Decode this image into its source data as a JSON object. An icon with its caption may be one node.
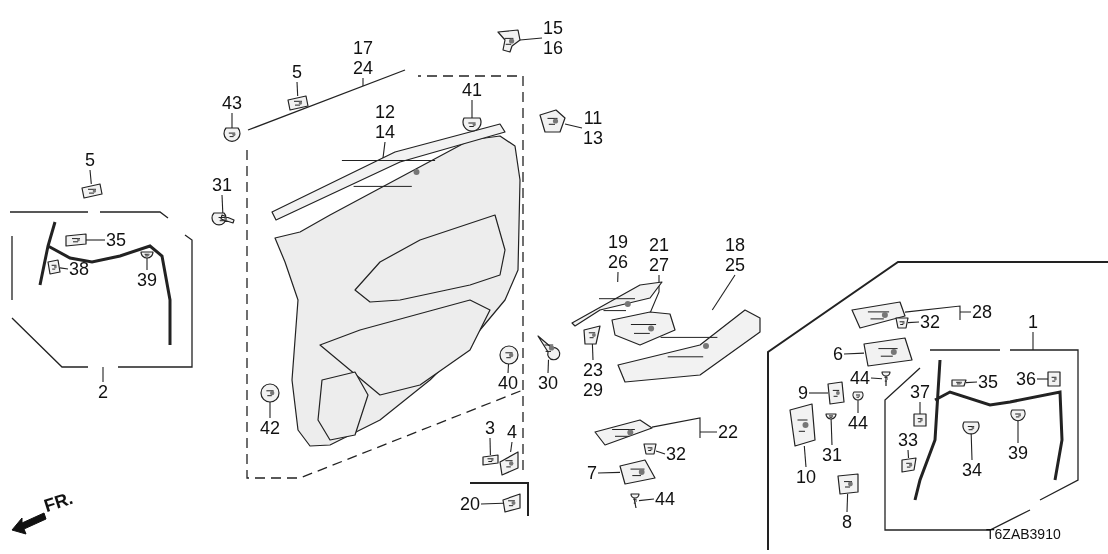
{
  "diagram": {
    "nodes": [
      {
        "text": [
          "5"
        ]
      },
      {
        "text": [
          "43"
        ]
      },
      {
        "text": [
          "17",
          "24"
        ]
      },
      {
        "text": [
          "12",
          "14"
        ]
      },
      {
        "text": [
          "41"
        ]
      },
      {
        "text": [
          "15",
          "16"
        ]
      },
      {
        "text": [
          "11",
          "13"
        ]
      },
      {
        "text": [
          "5"
        ]
      },
      {
        "text": [
          "31"
        ]
      },
      {
        "text": [
          "35"
        ]
      },
      {
        "text": [
          "38"
        ]
      },
      {
        "text": [
          "39"
        ]
      },
      {
        "text": [
          "2"
        ]
      },
      {
        "text": [
          "42"
        ]
      },
      {
        "text": [
          "40"
        ]
      },
      {
        "text": [
          "30"
        ]
      },
      {
        "text": [
          "19",
          "26"
        ]
      },
      {
        "text": [
          "21",
          "27"
        ]
      },
      {
        "text": [
          "18",
          "25"
        ]
      },
      {
        "text": [
          "23",
          "29"
        ]
      },
      {
        "text": [
          "22"
        ]
      },
      {
        "text": [
          "32"
        ]
      },
      {
        "text": [
          "7"
        ]
      },
      {
        "text": [
          "44"
        ]
      },
      {
        "text": [
          "3"
        ]
      },
      {
        "text": [
          "4"
        ]
      },
      {
        "text": [
          "20"
        ]
      },
      {
        "text": [
          "28"
        ]
      },
      {
        "text": [
          "32"
        ]
      },
      {
        "text": [
          "6"
        ]
      },
      {
        "text": [
          "1"
        ]
      },
      {
        "text": [
          "44"
        ]
      },
      {
        "text": [
          "9"
        ]
      },
      {
        "text": [
          "44"
        ]
      },
      {
        "text": [
          "10"
        ]
      },
      {
        "text": [
          "31"
        ]
      },
      {
        "text": [
          "8"
        ]
      },
      {
        "text": [
          "37"
        ]
      },
      {
        "text": [
          "35"
        ]
      },
      {
        "text": [
          "36"
        ]
      },
      {
        "text": [
          "33"
        ]
      },
      {
        "text": [
          "34"
        ]
      },
      {
        "text": [
          "39"
        ]
      },
      {
        "text": [],
        "shape": "picture"
      },
      {
        "text": [],
        "shape": "picture"
      },
      {
        "text": [],
        "shape": "picture"
      },
      {
        "text": [],
        "shape": "picture"
      },
      {
        "text": [],
        "shape": "picture"
      },
      {
        "text": [],
        "shape": "picture"
      },
      {
        "text": [],
        "shape": "picture"
      },
      {
        "text": [],
        "shape": "picture"
      },
      {
        "text": [],
        "shape": "picture"
      },
      {
        "text": [],
        "shape": "picture"
      },
      {
        "text": [],
        "shape": "picture"
      },
      {
        "text": [],
        "shape": "picture"
      },
      {
        "text": [],
        "shape": "picture"
      },
      {
        "text": [],
        "shape": "picture"
      },
      {
        "text": [],
        "shape": "picture"
      },
      {
        "text": [],
        "shape": "picture"
      },
      {
        "text": [],
        "shape": "picture"
      },
      {
        "text": [],
        "shape": "picture"
      },
      {
        "text": [],
        "shape": "picture"
      },
      {
        "text": [],
        "shape": "picture"
      },
      {
        "text": [],
        "shape": "picture"
      },
      {
        "text": [],
        "shape": "picture"
      },
      {
        "text": [],
        "shape": "picture"
      },
      {
        "text": [],
        "shape": "picture"
      },
      {
        "text": [],
        "shape": "picture"
      },
      {
        "text": [],
        "shape": "picture"
      },
      {
        "text": [],
        "shape": "picture"
      },
      {
        "text": [],
        "shape": "picture"
      },
      {
        "text": [],
        "shape": "picture"
      },
      {
        "text": [],
        "shape": "picture"
      },
      {
        "text": [],
        "shape": "picture"
      },
      {
        "text": [],
        "shape": "picture"
      },
      {
        "text": [],
        "shape": "picture"
      },
      {
        "text": [],
        "shape": "picture"
      },
      {
        "text": [],
        "shape": "picture"
      },
      {
        "text": [],
        "shape": "picture"
      },
      {
        "text": [],
        "shape": "picture"
      },
      {
        "text": [],
        "shape": "picture"
      },
      {
        "text": [],
        "shape": "picture"
      },
      {
        "text": [],
        "shape": "picture"
      }
    ],
    "edges": [
      {
        "from": 0,
        "to": 43,
        "arrow": "none"
      },
      {
        "from": 1,
        "to": 44,
        "arrow": "none"
      },
      {
        "from": 2,
        "to": null,
        "arrow": "none"
      },
      {
        "from": 3,
        "to": 45,
        "arrow": "none"
      },
      {
        "from": 4,
        "to": 46,
        "arrow": "none"
      },
      {
        "from": 5,
        "to": 47,
        "arrow": "none"
      },
      {
        "from": 6,
        "to": 48,
        "arrow": "none"
      },
      {
        "from": 7,
        "to": 49,
        "arrow": "none"
      },
      {
        "from": 8,
        "to": 50,
        "arrow": "none"
      },
      {
        "from": 9,
        "to": 51,
        "arrow": "none"
      },
      {
        "from": 10,
        "to": 52,
        "arrow": "none"
      },
      {
        "from": 11,
        "to": 53,
        "arrow": "none"
      },
      {
        "from": 12,
        "to": null,
        "arrow": "none"
      },
      {
        "from": 13,
        "to": 54,
        "arrow": "none"
      },
      {
        "from": 14,
        "to": 55,
        "arrow": "none"
      },
      {
        "from": 15,
        "to": 56,
        "arrow": "none"
      },
      {
        "from": 16,
        "to": 57,
        "arrow": "none"
      },
      {
        "from": 17,
        "to": 58,
        "arrow": "none"
      },
      {
        "from": 18,
        "to": 59,
        "arrow": "none"
      },
      {
        "from": 19,
        "to": 60,
        "arrow": "none"
      },
      {
        "from": 20,
        "to": 61,
        "arrow": "none"
      },
      {
        "from": 21,
        "to": 62,
        "arrow": "none"
      },
      {
        "from": 22,
        "to": 63,
        "arrow": "none"
      },
      {
        "from": 23,
        "to": 64,
        "arrow": "none"
      },
      {
        "from": 24,
        "to": 65,
        "arrow": "none"
      },
      {
        "from": 25,
        "to": 66,
        "arrow": "none"
      },
      {
        "from": 26,
        "to": 67,
        "arrow": "none"
      },
      {
        "from": 27,
        "to": 68,
        "arrow": "none"
      },
      {
        "from": 28,
        "to": 69,
        "arrow": "none"
      },
      {
        "from": 29,
        "to": 70,
        "arrow": "none"
      },
      {
        "from": 30,
        "to": null,
        "arrow": "none"
      },
      {
        "from": 31,
        "to": 71,
        "arrow": "none"
      },
      {
        "from": 32,
        "to": 72,
        "arrow": "none"
      },
      {
        "from": 33,
        "to": 73,
        "arrow": "none"
      },
      {
        "from": 34,
        "to": 74,
        "arrow": "none"
      },
      {
        "from": 35,
        "to": 75,
        "arrow": "none"
      },
      {
        "from": 36,
        "to": 76,
        "arrow": "none"
      },
      {
        "from": 37,
        "to": 77,
        "arrow": "none"
      },
      {
        "from": 38,
        "to": 78,
        "arrow": "none"
      },
      {
        "from": 39,
        "to": 79,
        "arrow": "none"
      },
      {
        "from": 40,
        "to": 80,
        "arrow": "none"
      },
      {
        "from": 41,
        "to": 81,
        "arrow": "none"
      },
      {
        "from": 42,
        "to": 82,
        "arrow": "none"
      }
    ],
    "labels": [
      "FR.",
      "T6ZAB3910"
    ]
  }
}
